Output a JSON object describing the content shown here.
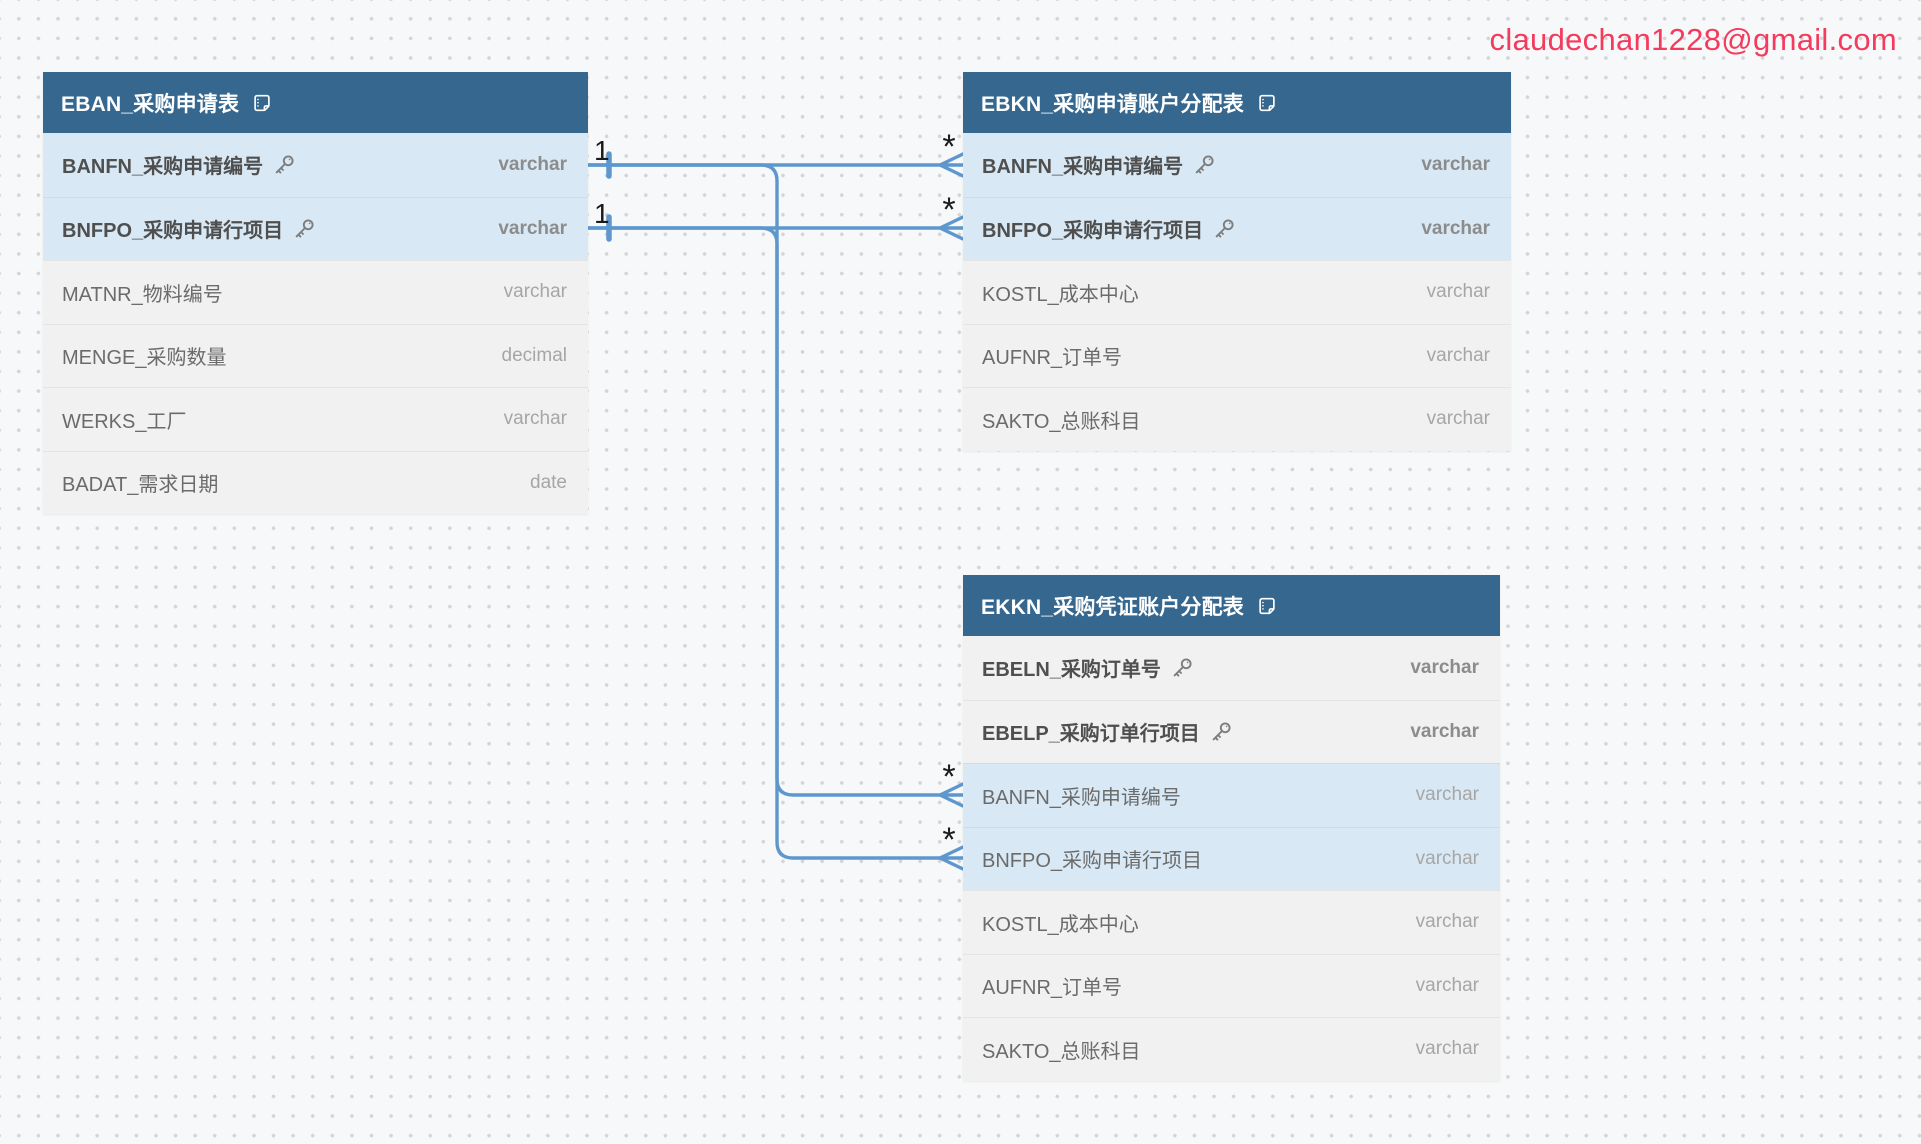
{
  "watermark": {
    "email": "claudechan1228@gmail.com"
  },
  "colors": {
    "header_blue": "#36688F",
    "highlight_row": "#D8E9F5",
    "row_gray": "#F1F1F1",
    "connector_blue": "#5D97CE",
    "email_pink": "#F43A5D",
    "canvas_bg": "#F7F8F9"
  },
  "tables": [
    {
      "id": "EBAN",
      "title": "EBAN_采购申请表",
      "fields": [
        {
          "name": "BANFN_采购申请编号",
          "type": "varchar"
        },
        {
          "name": "BNFPO_采购申请行项目",
          "type": "varchar"
        },
        {
          "name": "MATNR_物料编号",
          "type": "varchar"
        },
        {
          "name": "MENGE_采购数量",
          "type": "decimal"
        },
        {
          "name": "WERKS_工厂",
          "type": "varchar"
        },
        {
          "name": "BADAT_需求日期",
          "type": "date"
        }
      ]
    },
    {
      "id": "EBKN",
      "title": "EBKN_采购申请账户分配表",
      "fields": [
        {
          "name": "BANFN_采购申请编号",
          "type": "varchar"
        },
        {
          "name": "BNFPO_采购申请行项目",
          "type": "varchar"
        },
        {
          "name": "KOSTL_成本中心",
          "type": "varchar"
        },
        {
          "name": "AUFNR_订单号",
          "type": "varchar"
        },
        {
          "name": "SAKTO_总账科目",
          "type": "varchar"
        }
      ]
    },
    {
      "id": "EKKN",
      "title": "EKKN_采购凭证账户分配表",
      "fields": [
        {
          "name": "EBELN_采购订单号",
          "type": "varchar"
        },
        {
          "name": "EBELP_采购订单行项目",
          "type": "varchar"
        },
        {
          "name": "BANFN_采购申请编号",
          "type": "varchar"
        },
        {
          "name": "BNFPO_采购申请行项目",
          "type": "varchar"
        },
        {
          "name": "KOSTL_成本中心",
          "type": "varchar"
        },
        {
          "name": "AUFNR_订单号",
          "type": "varchar"
        },
        {
          "name": "SAKTO_总账科目",
          "type": "varchar"
        }
      ]
    }
  ],
  "relationships": [
    {
      "from": "EBAN.BANFN_采购申请编号",
      "to": "EBKN.BANFN_采购申请编号",
      "one_label": "1",
      "many_label": "*"
    },
    {
      "from": "EBAN.BNFPO_采购申请行项目",
      "to": "EBKN.BNFPO_采购申请行项目",
      "one_label": "1",
      "many_label": "*"
    },
    {
      "from": "EBAN.BANFN_采购申请编号",
      "to": "EKKN.BANFN_采购申请编号",
      "many_label": "*"
    },
    {
      "from": "EBAN.BNFPO_采购申请行项目",
      "to": "EKKN.BNFPO_采购申请行项目",
      "many_label": "*"
    }
  ]
}
